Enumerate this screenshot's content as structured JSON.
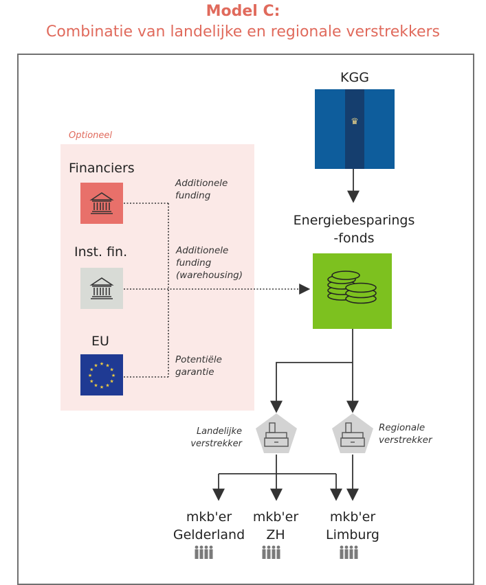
{
  "title": {
    "main": "Model C:",
    "subtitle": "Combinatie van landelijke en regionale verstrekkers"
  },
  "optional_label": "Optioneel",
  "funders": [
    {
      "label": "Financiers",
      "annotation": [
        "Additionele",
        "funding"
      ],
      "icon": "bank-icon",
      "color": "#e8706a"
    },
    {
      "label": "Inst. fin.",
      "annotation": [
        "Additionele",
        "funding",
        "(warehousing)"
      ],
      "icon": "bank-icon",
      "color": "#d8dbd6"
    },
    {
      "label": "EU",
      "annotation": [
        "Potentiële",
        "garantie"
      ],
      "icon": "eu-flag-icon",
      "color": "#1f3a93"
    }
  ],
  "kgg": {
    "label": "KGG",
    "color": "#0e5d9c",
    "icon": "coat-of-arms-icon"
  },
  "fund": {
    "label_line1": "Energiebesparings",
    "label_line2": "-fonds",
    "color": "#7dc11f",
    "icon": "coins-icon"
  },
  "verstrekkers": [
    {
      "annotation": [
        "Landelijke",
        "verstrekker"
      ],
      "icon": "cash-register-icon"
    },
    {
      "annotation": [
        "Regionale",
        "verstrekker"
      ],
      "icon": "cash-register-icon"
    }
  ],
  "mkb": [
    {
      "line1": "mkb'er",
      "line2": "Gelderland",
      "icon": "people-icon"
    },
    {
      "line1": "mkb'er",
      "line2": "ZH",
      "icon": "people-icon"
    },
    {
      "line1": "mkb'er",
      "line2": "Limburg",
      "icon": "people-icon"
    }
  ]
}
